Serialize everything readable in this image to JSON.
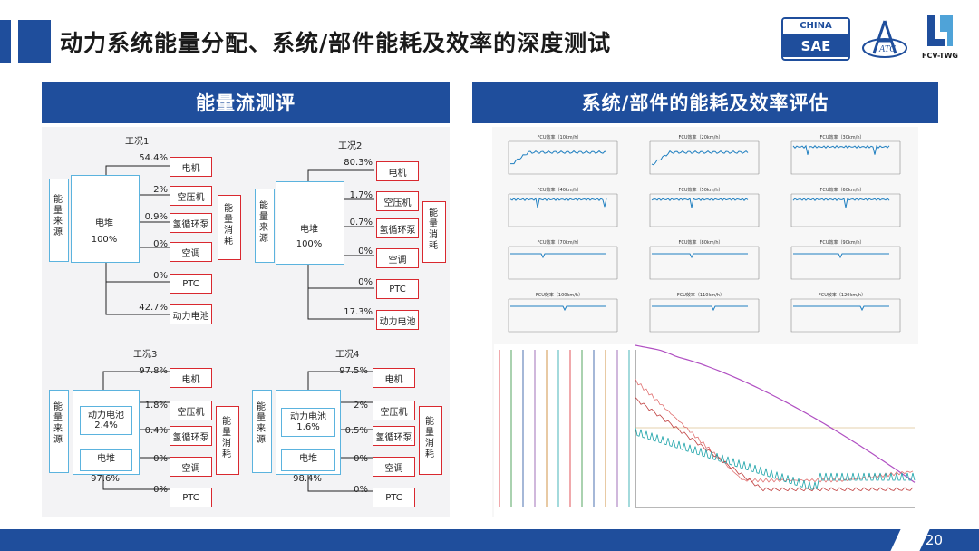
{
  "title": "动力系统能量分配、系统/部件能耗及效率的深度测试",
  "logos": {
    "china_top": "CHINA",
    "china_bottom": "SAE",
    "fcv": "FCV-TWG"
  },
  "left_panel_title": "能量流测评",
  "right_panel_title": "系统/部件的能耗及效率评估",
  "page_number": "20",
  "source_label": "能量来源",
  "sink_label": "能量消耗",
  "conditions": [
    {
      "name": "工况1",
      "source": "电堆",
      "source_pct": "100%",
      "sinks": [
        {
          "label": "电机",
          "pct": "54.4%"
        },
        {
          "label": "空压机",
          "pct": "2%"
        },
        {
          "label": "氢循环泵",
          "pct": "0.9%"
        },
        {
          "label": "空调",
          "pct": "0%"
        },
        {
          "label": "PTC",
          "pct": "0%"
        },
        {
          "label": "动力电池",
          "pct": "42.7%"
        }
      ]
    },
    {
      "name": "工况2",
      "source": "电堆",
      "source_pct": "100%",
      "sinks": [
        {
          "label": "电机",
          "pct": "80.3%"
        },
        {
          "label": "空压机",
          "pct": "1.7%"
        },
        {
          "label": "氢循环泵",
          "pct": "0.7%"
        },
        {
          "label": "空调",
          "pct": "0%"
        },
        {
          "label": "PTC",
          "pct": "0%"
        },
        {
          "label": "动力电池",
          "pct": "17.3%"
        }
      ]
    },
    {
      "name": "工况3",
      "source_a": "动力电池",
      "source_a_pct": "2.4%",
      "source_b": "电堆",
      "source_b_pct": "97.6%",
      "sinks": [
        {
          "label": "电机",
          "pct": "97.8%"
        },
        {
          "label": "空压机",
          "pct": "1.8%"
        },
        {
          "label": "氢循环泵",
          "pct": "0.4%"
        },
        {
          "label": "空调",
          "pct": "0%"
        },
        {
          "label": "PTC",
          "pct": "0%"
        }
      ]
    },
    {
      "name": "工况4",
      "source_a": "动力电池",
      "source_a_pct": "1.6%",
      "source_b": "电堆",
      "source_b_pct": "98.4%",
      "sinks": [
        {
          "label": "电机",
          "pct": "97.5%"
        },
        {
          "label": "空压机",
          "pct": "2%"
        },
        {
          "label": "氢循环泵",
          "pct": "0.5%"
        },
        {
          "label": "空调",
          "pct": "0%"
        },
        {
          "label": "PTC",
          "pct": "0%"
        }
      ]
    }
  ],
  "mini_charts": [
    {
      "title": "FCU效率（10km/h）"
    },
    {
      "title": "FCU效率（20km/h）"
    },
    {
      "title": "FCU效率（30km/h）"
    },
    {
      "title": "FCU效率（40km/h）"
    },
    {
      "title": "FCU效率（50km/h）"
    },
    {
      "title": "FCU效率（60km/h）"
    },
    {
      "title": "FCU效率（70km/h）"
    },
    {
      "title": "FCU效率（80km/h）"
    },
    {
      "title": "FCU效率（90km/h）"
    },
    {
      "title": "FCU效率（100km/h）"
    },
    {
      "title": "FCU效率（110km/h）"
    },
    {
      "title": "FCU效率（120km/h）"
    }
  ],
  "colors": {
    "primary": "#1f4e9c",
    "source_border": "#5bb3de",
    "sink_border": "#d9282f",
    "line": "#1f7fc0"
  }
}
